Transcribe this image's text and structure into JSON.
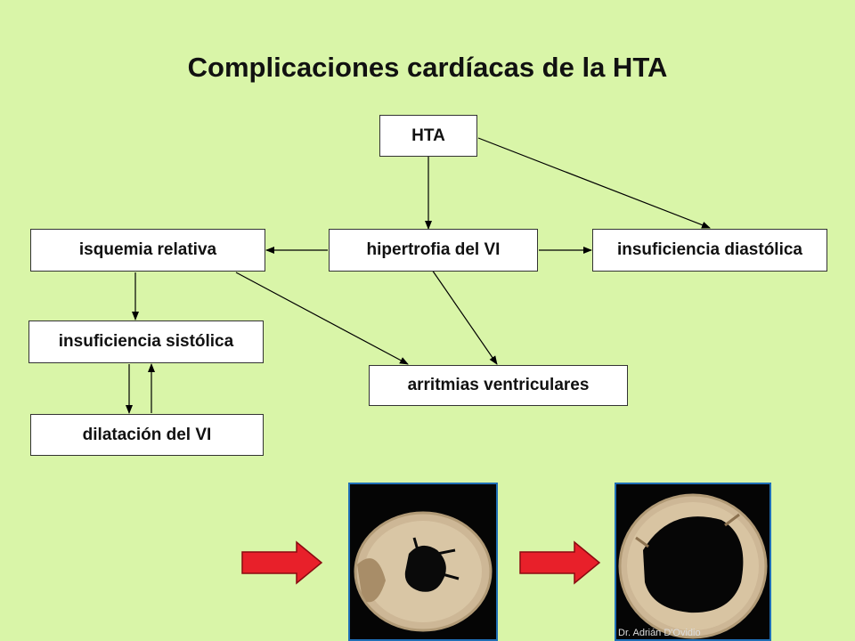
{
  "title": "Complicaciones cardíacas de la HTA",
  "nodes": {
    "hta": "HTA",
    "isquemia": "isquemia relativa",
    "hipertrofia": "hipertrofia del VI",
    "diastolica": "insuficiencia diastólica",
    "sistolica": "insuficiencia sistólica",
    "arritmias": "arritmias ventriculares",
    "dilatacion": "dilatación del VI"
  },
  "colors": {
    "background": "#d9f5a8",
    "arrow_red": "#e8202a",
    "photo_border": "#1f6fb7"
  },
  "images": [
    {
      "name": "heart-cross-section-hypertrophy-photo"
    },
    {
      "name": "heart-cross-section-dilated-photo",
      "credit": "Dr. Adrián D'Ovidio"
    }
  ]
}
